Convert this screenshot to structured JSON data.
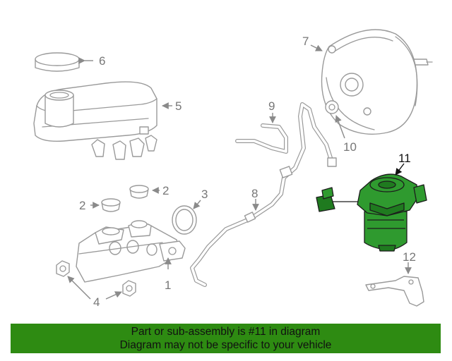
{
  "diagram": {
    "callouts": {
      "c1": "1",
      "c2a": "2",
      "c2b": "2",
      "c3": "3",
      "c4": "4",
      "c5": "5",
      "c6": "6",
      "c7": "7",
      "c8": "8",
      "c9": "9",
      "c10": "10",
      "c11": "11",
      "c12": "12"
    },
    "highlighted_part": "11",
    "highlight_color": "#2f9a2f"
  },
  "banner": {
    "line1": "Part or sub-assembly is #11 in diagram",
    "line2": "Diagram may not be specific to your vehicle",
    "background": "#2e8b12"
  }
}
